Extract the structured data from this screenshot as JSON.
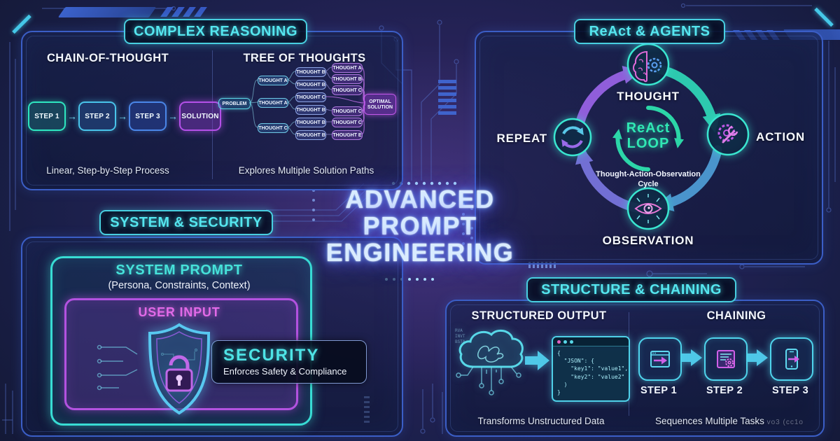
{
  "title": {
    "line1": "ADVANCED",
    "line2": "PROMPT",
    "line3": "ENGINEERING"
  },
  "icons": {
    "arrow_right": "→"
  },
  "panels": {
    "complex_reasoning": {
      "header": "COMPLEX REASONING",
      "chain_of_thought": {
        "title": "CHAIN-OF-THOUGHT",
        "steps": [
          "STEP 1",
          "STEP 2",
          "STEP 3",
          "SOLUTION"
        ],
        "caption": "Linear, Step-by-Step Process"
      },
      "tree_of_thoughts": {
        "title": "TREE OF THOUGHTS",
        "root": "PROBLEM",
        "level1": [
          "THOUGHT A",
          "THOUGHT A",
          "THOUGHT C"
        ],
        "level2": [
          "THOUGHT B",
          "THOUGHT B",
          "THOUGHT C",
          "THOUGHT B",
          "THOUGHT B",
          "THOUGHT B"
        ],
        "level3": [
          "THOUGHT A",
          "THOUGHT B",
          "THOUGHT C",
          "THOUGHT C",
          "THOUGHT C",
          "THOUGHT E"
        ],
        "result_line1": "OPTIMAL",
        "result_line2": "SOLUTION",
        "caption": "Explores Multiple Solution Paths"
      }
    },
    "react_agents": {
      "header": "ReAct & AGENTS",
      "node_top": "THOUGHT",
      "node_right": "ACTION",
      "node_bottom": "OBSERVATION",
      "node_left": "REPEAT",
      "center_line1": "ReAct",
      "center_line2": "LOOP",
      "caption_line1": "Thought-Action-Observation",
      "caption_line2": "Cycle"
    },
    "system_security": {
      "header": "SYSTEM & SECURITY",
      "system_prompt_title": "SYSTEM PROMPT",
      "system_prompt_subtitle": "(Persona, Constraints, Context)",
      "user_input_label": "USER INPUT",
      "security_title": "SECURITY",
      "security_subtitle": "Enforces Safety & Compliance"
    },
    "structure_chaining": {
      "header": "STRUCTURE & CHAINING",
      "structured_output": {
        "title": "STRUCTURED OUTPUT",
        "cloud_glyphs": [
          "RVA",
          "INVT",
          "BSTA"
        ],
        "code_lines": [
          "{",
          "  \"JSON\": {",
          "    \"key1\": \"value1\",",
          "    \"key2\": \"value2\"",
          "  )",
          "}"
        ],
        "caption": "Transforms Unstructured Data"
      },
      "chaining": {
        "title": "CHAINING",
        "steps": [
          "STEP 1",
          "STEP 2",
          "STEP 3"
        ],
        "caption": "Sequences Multiple Tasks",
        "caption_suffix": "vo3 (cc1o"
      }
    }
  },
  "colors": {
    "accent_cyan": "#4fd8e8",
    "accent_teal": "#2ee6b0",
    "accent_purple": "#b45ae8",
    "background": "#171d40"
  }
}
